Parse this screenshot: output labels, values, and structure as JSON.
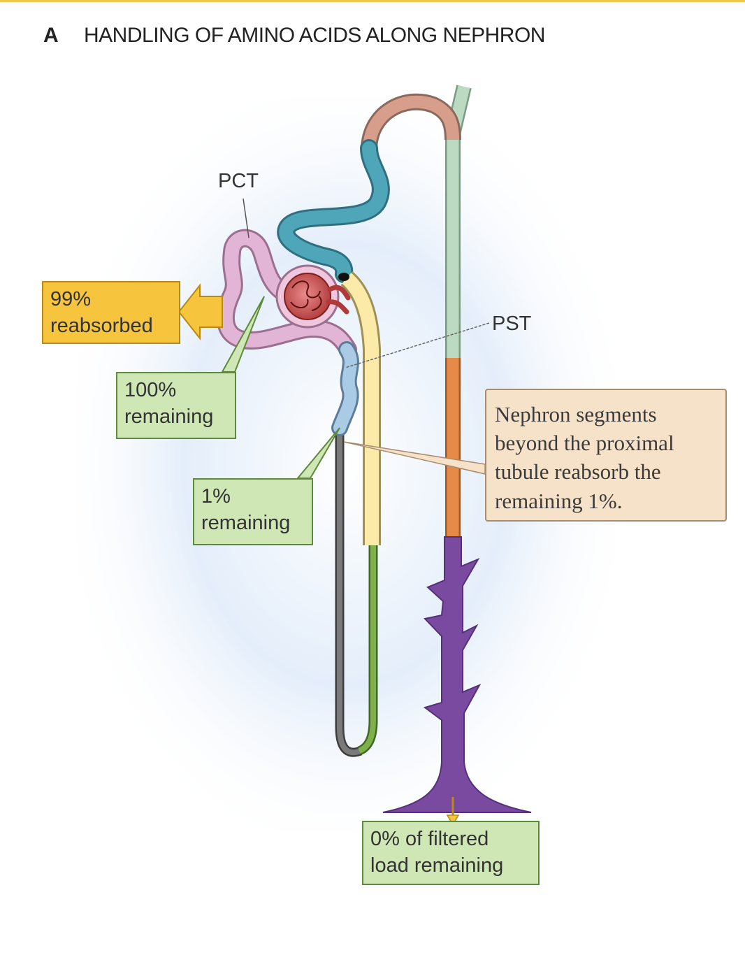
{
  "title": {
    "letter": "A",
    "text": "HANDLING OF AMINO ACIDS ALONG NEPHRON"
  },
  "labels": {
    "pct": "PCT",
    "pst": "PST"
  },
  "boxes": {
    "reabsorbed": {
      "line1": "99%",
      "line2": "reabsorbed"
    },
    "remaining_100": {
      "line1": "100%",
      "line2": "remaining"
    },
    "remaining_1": {
      "line1": "1%",
      "line2": "remaining"
    },
    "remaining_0": {
      "line1": "0% of filtered",
      "line2": "load remaining"
    }
  },
  "note": {
    "line1": "Nephron segments",
    "line2": "beyond the proximal",
    "line3": "tubule reabsorb the",
    "line4": "remaining 1%."
  },
  "colors": {
    "reabsorbed_box": "#f6c43d",
    "remaining_box": "#cfe6b5",
    "note_box": "#f6e2c9",
    "pct": "#e2b4d6",
    "pst": "#a9cbe6",
    "thick_ascending": "#fbeaa8",
    "thin_descending": "#6b6b6b",
    "thin_ascending": "#7fb04c",
    "distal": "#4fa6b8",
    "connecting": "#d79e8c",
    "collecting_cortex": "#bcd9c1",
    "collecting_outer": "#e68a4a",
    "collecting_inner": "#7a4aa0",
    "background_glow": "#dce9f7"
  }
}
